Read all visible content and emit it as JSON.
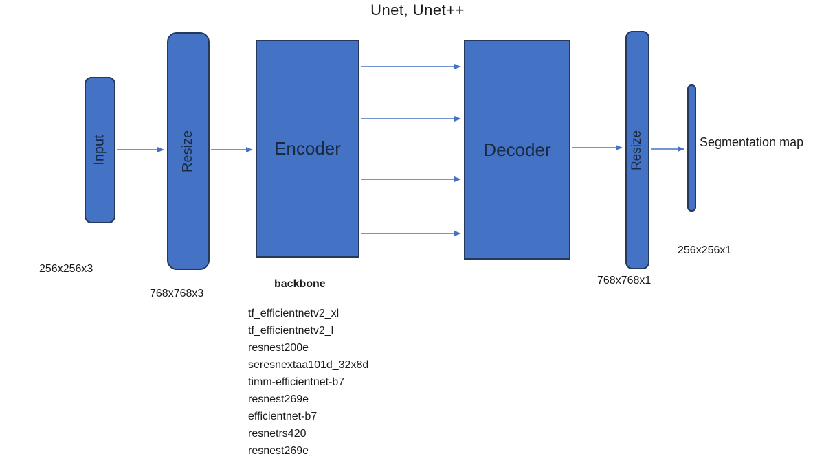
{
  "title": "Unet, Unet++",
  "colors": {
    "node_fill": "#4472c4",
    "node_border": "#24395b",
    "arrow": "#4472c4",
    "text": "#1a1a1a"
  },
  "nodes": {
    "input": {
      "label": "Input",
      "dims": "256x256x3"
    },
    "resize_in": {
      "label": "Resize",
      "dims": "768x768x3"
    },
    "encoder": {
      "label": "Encoder"
    },
    "decoder": {
      "label": "Decoder"
    },
    "resize_out": {
      "label": "Resize",
      "dims": "768x768x1"
    },
    "output": {
      "label": "Segmentation map",
      "dims": "256x256x1"
    }
  },
  "backbone": {
    "heading": "backbone",
    "items": [
      "tf_efficientnetv2_xl",
      "tf_efficientnetv2_l",
      "resnest200e",
      "seresnextaa101d_32x8d",
      "timm-efficientnet-b7",
      "resnest269e",
      "efficientnet-b7",
      "resnetrs420",
      "resnest269e"
    ]
  }
}
